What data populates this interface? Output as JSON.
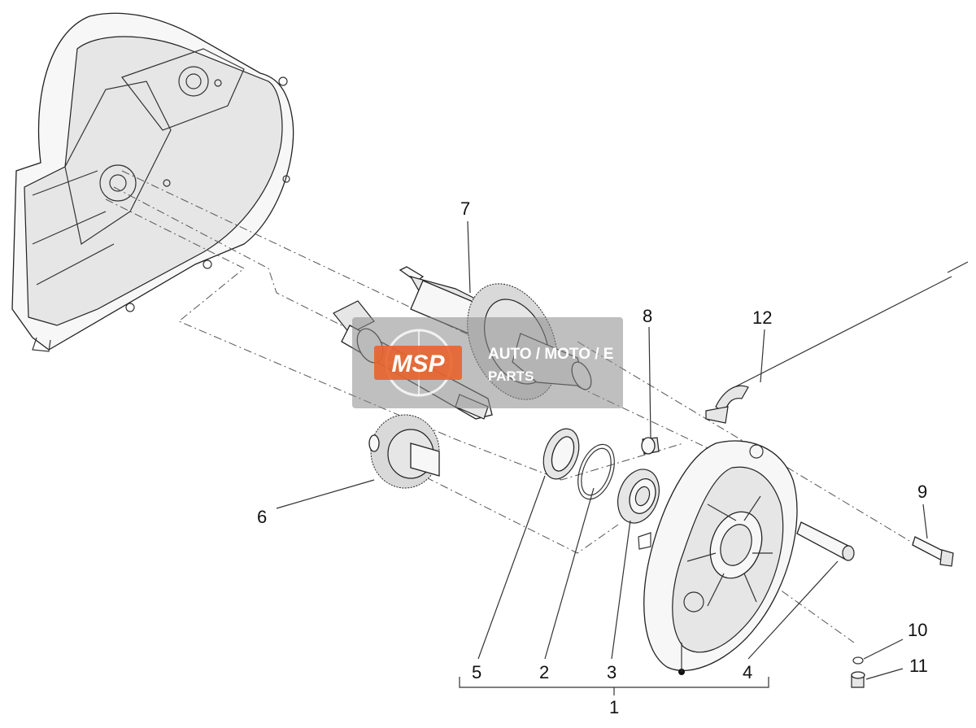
{
  "callouts": {
    "p1": "1",
    "p2": "2",
    "p3": "3",
    "p4": "4",
    "p5": "5",
    "p6": "6",
    "p7": "7",
    "p8": "8",
    "p9": "9",
    "p10": "10",
    "p11": "11",
    "p12": "12"
  },
  "watermark": {
    "logo": "MSP",
    "line1": "AUTO / MOTO / E",
    "line2": "PARTS",
    "color": "#e8632b"
  }
}
